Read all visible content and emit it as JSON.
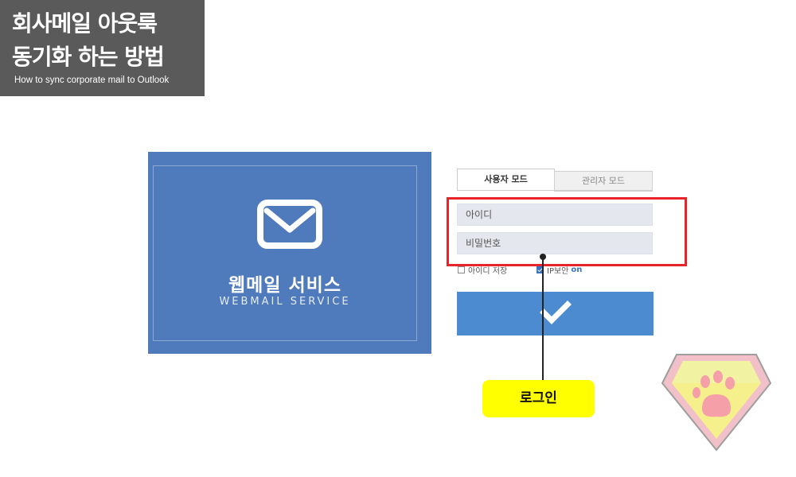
{
  "title": {
    "line1": "회사메일 아웃룩",
    "line2": "동기화 하는 방법",
    "subtitle": "How to sync corporate mail to Outlook"
  },
  "banner": {
    "icon": "envelope-icon",
    "title": "웹메일 서비스",
    "subtitle": "WEBMAIL SERVICE",
    "color": "#4f7bbd"
  },
  "login": {
    "tabs": {
      "user": "사용자 모드",
      "admin": "관리자 모드"
    },
    "id_placeholder": "아이디",
    "pw_placeholder": "비밀번호",
    "save_id": "아이디 저장",
    "ip_security": "IP보안",
    "ip_security_state": "on",
    "submit_icon": "checkmark-icon",
    "button_color": "#4d8bd0"
  },
  "annotation": {
    "callout_label": "로그인",
    "highlight_color": "#e8232a",
    "callout_color": "#ffff00"
  },
  "logo": {
    "icon": "paw-shield-logo"
  }
}
